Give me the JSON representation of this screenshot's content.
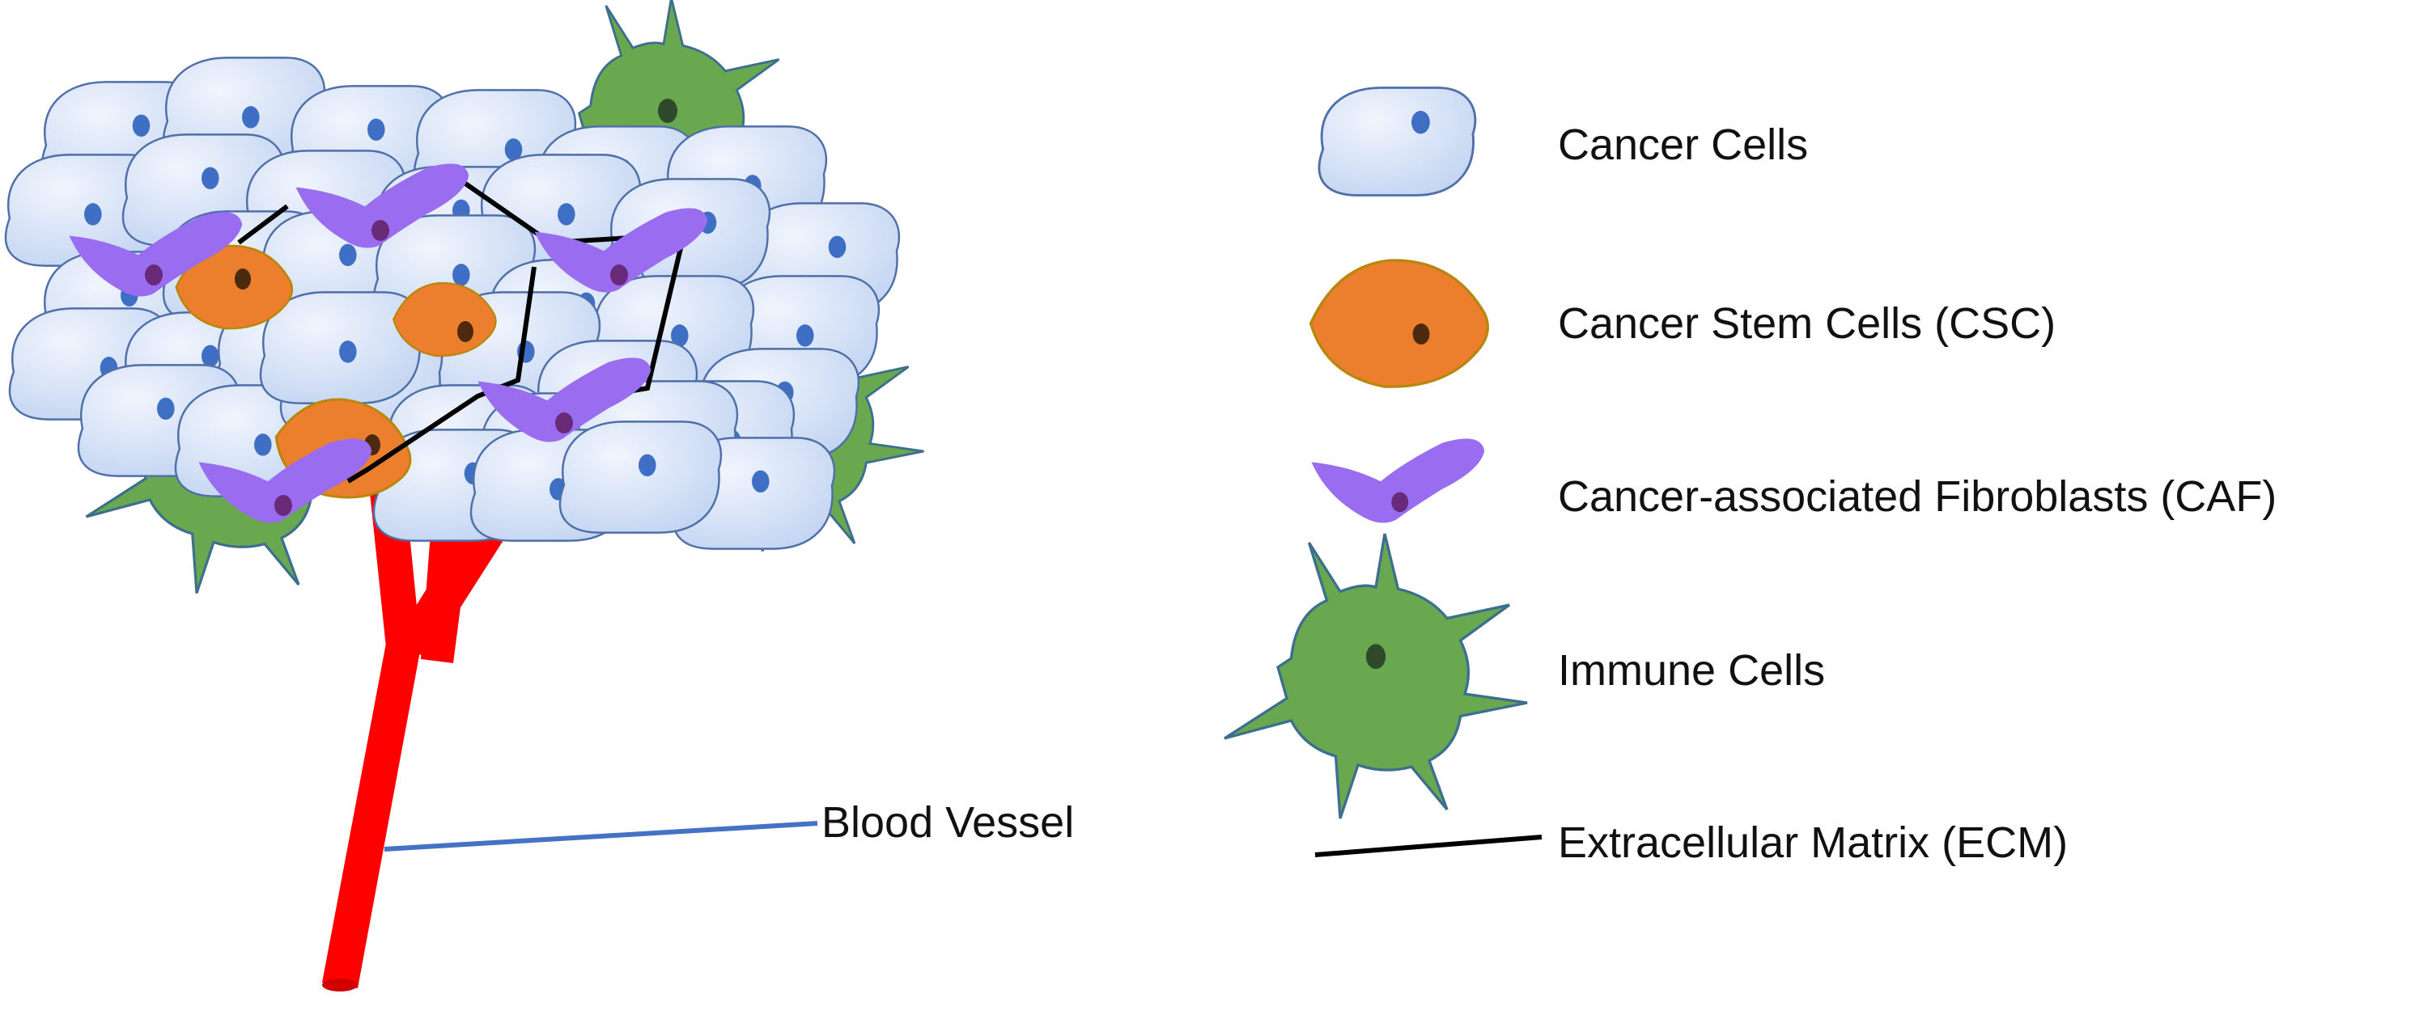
{
  "colors": {
    "cancer_fill": "#c9d8f2",
    "cancer_stroke": "#4f6fa8",
    "nucleus": "#3f6fc4",
    "csc_fill": "#ec7f2d",
    "csc_stroke": "#b8860b",
    "caf_fill": "#9a6cf0",
    "caf_nucleus": "#6a2a7a",
    "immune_fill": "#6aa84f",
    "immune_stroke": "#3c6e8f",
    "vessel": "#ff0000",
    "pointer": "#4472c4",
    "ecm": "#000000"
  },
  "labels": {
    "blood_vessel": "Blood Vessel"
  },
  "legend": {
    "cancer_cells": "Cancer Cells",
    "cancer_stem_cells": "Cancer Stem Cells (CSC)",
    "caf": "Cancer-associated Fibroblasts (CAF)",
    "immune_cells": "Immune Cells",
    "ecm": "Extracellular Matrix (ECM)"
  },
  "icons": [
    "cancer-cell-icon",
    "stem-cell-icon",
    "fibroblast-icon",
    "immune-cell-icon",
    "ecm-line-icon"
  ]
}
